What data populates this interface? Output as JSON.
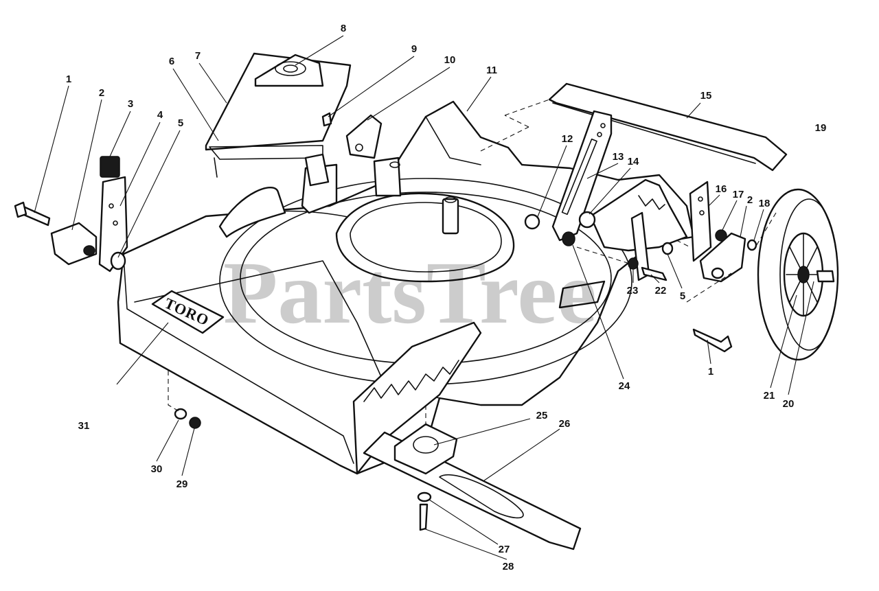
{
  "watermark": "PartsTree",
  "deck_brand": "TORO",
  "callouts": {
    "c1": "1",
    "c2": "2",
    "c3": "3",
    "c4": "4",
    "c5": "5",
    "c6": "6",
    "c7": "7",
    "c8": "8",
    "c9": "9",
    "c10": "10",
    "c11": "11",
    "c12": "12",
    "c13": "13",
    "c14": "14",
    "c15": "15",
    "c16": "16",
    "c17": "17",
    "c2b": "2",
    "c18": "18",
    "c19": "19",
    "c5b": "5",
    "c22": "22",
    "c23": "23",
    "c24": "24",
    "c1b": "1",
    "c21": "21",
    "c20": "20",
    "c31": "31",
    "c30": "30",
    "c29": "29",
    "c25": "25",
    "c26": "26",
    "c27": "27",
    "c28": "28"
  }
}
